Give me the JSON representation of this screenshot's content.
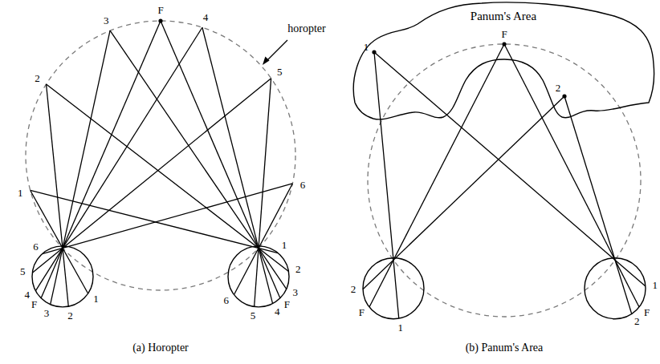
{
  "diagram": {
    "nodes": [
      {
        "text": [
          "Panum's Area"
        ]
      }
    ],
    "labels": [
      "1",
      "2",
      "3",
      "F",
      "4",
      "5",
      "6",
      "horopter",
      "6",
      "5",
      "4",
      "F",
      "3",
      "2",
      "1",
      "6",
      "5",
      "4",
      "F",
      "3",
      "2",
      "1",
      "(a) Horopter",
      "1",
      "F",
      "2",
      "2",
      "F",
      "1",
      "2",
      "F",
      "1",
      "(b) Panum's Area"
    ]
  }
}
